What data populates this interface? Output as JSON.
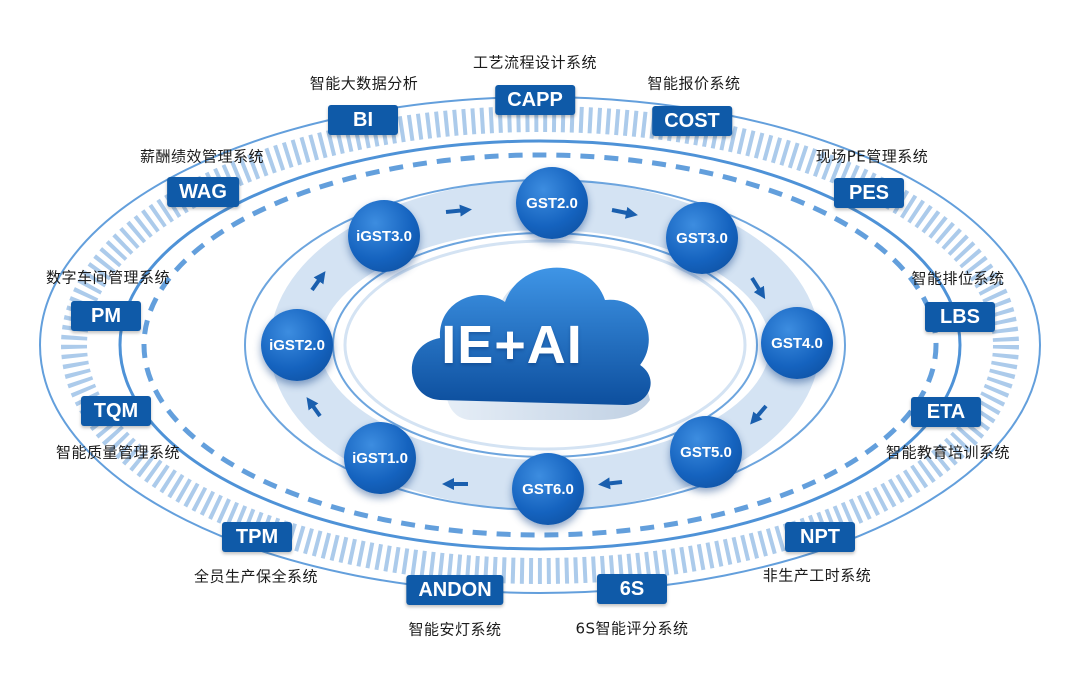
{
  "core": {
    "label": "IE+AI"
  },
  "ring_nodes": [
    "GST2.0",
    "GST3.0",
    "GST4.0",
    "GST5.0",
    "GST6.0",
    "iGST1.0",
    "iGST2.0",
    "iGST3.0"
  ],
  "systems": [
    {
      "code": "CAPP",
      "name": "工艺流程设计系统"
    },
    {
      "code": "COST",
      "name": "智能报价系统"
    },
    {
      "code": "PES",
      "name": "现场PE管理系统"
    },
    {
      "code": "LBS",
      "name": "智能排位系统"
    },
    {
      "code": "ETA",
      "name": "智能教育培训系统"
    },
    {
      "code": "NPT",
      "name": "非生产工时系统"
    },
    {
      "code": "6S",
      "name": "6S智能评分系统"
    },
    {
      "code": "ANDON",
      "name": "智能安灯系统"
    },
    {
      "code": "TPM",
      "name": "全员生产保全系统"
    },
    {
      "code": "TQM",
      "name": "智能质量管理系统"
    },
    {
      "code": "PM",
      "name": "数字车间管理系统"
    },
    {
      "code": "WAG",
      "name": "薪酬绩效管理系统"
    },
    {
      "code": "BI",
      "name": "智能大数据分析"
    }
  ],
  "colors": {
    "primary": "#0f5aa8",
    "node": "#1563bf",
    "ring": "#2f7fd0",
    "ring_light": "#d4e3f3",
    "text": "#1b1b1b"
  }
}
